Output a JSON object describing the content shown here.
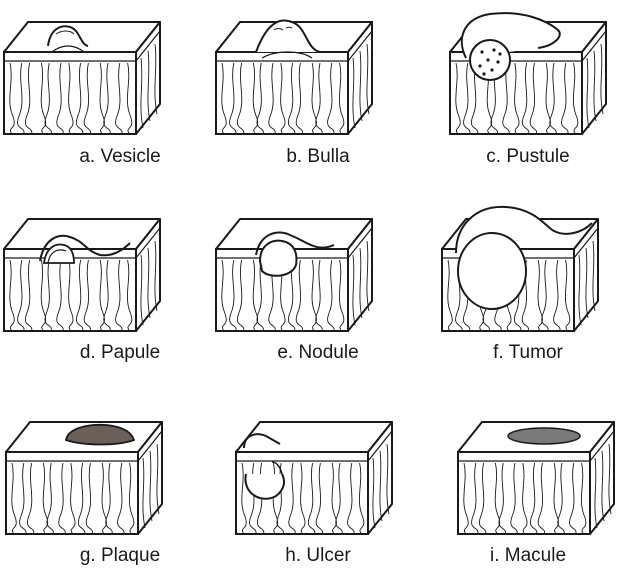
{
  "figure": {
    "lesions": [
      {
        "key": "vesicle",
        "label": "a. Vesicle"
      },
      {
        "key": "bulla",
        "label": "b. Bulla"
      },
      {
        "key": "pustule",
        "label": "c. Pustule"
      },
      {
        "key": "papule",
        "label": "d. Papule"
      },
      {
        "key": "nodule",
        "label": "e. Nodule"
      },
      {
        "key": "tumor",
        "label": "f. Tumor"
      },
      {
        "key": "plaque",
        "label": "g. Plaque"
      },
      {
        "key": "ulcer",
        "label": "h. Ulcer"
      },
      {
        "key": "macule",
        "label": "i. Macule"
      }
    ]
  },
  "colors": {
    "line": "#1a1a1a",
    "background": "#ffffff",
    "plaque_fill": "#6b5f5a",
    "macule_fill": "#7a7a7a",
    "pustule_fill": "#ffffff"
  }
}
